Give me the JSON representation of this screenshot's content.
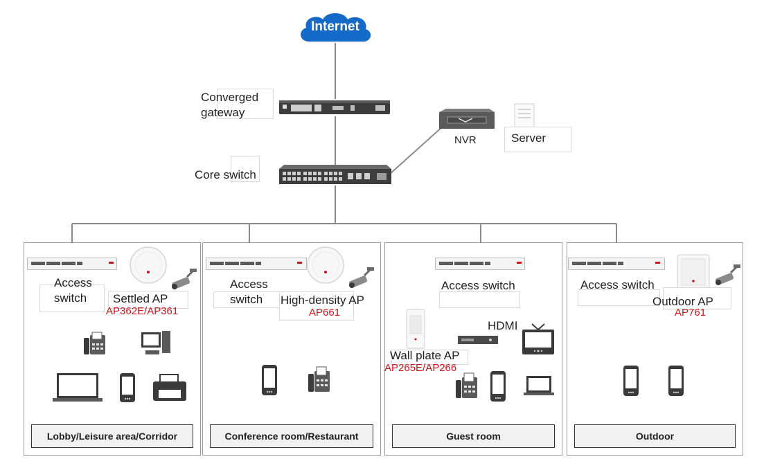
{
  "internet": {
    "label": "Internet",
    "color": "#1569c7"
  },
  "core": {
    "gateway_label_1": "Converged",
    "gateway_label_2": "gateway",
    "core_switch_label": "Core switch",
    "nvr_label": "NVR",
    "server_label": "Server"
  },
  "zones": [
    {
      "footer": "Lobby/Leisure area/Corridor",
      "switch_label_1": "Access",
      "switch_label_2": "switch",
      "ap_label": "Settled AP",
      "ap_models": "AP362E/AP361"
    },
    {
      "footer": "Conference room/Restaurant",
      "switch_label_1": "Access",
      "switch_label_2": "switch",
      "ap_label": "High-density AP",
      "ap_models": "AP661"
    },
    {
      "footer": "Guest room",
      "switch_label": "Access switch",
      "ap_label": "Wall plate AP",
      "ap_models": "AP265E/AP266",
      "hdmi_label": "HDMI"
    },
    {
      "footer": "Outdoor",
      "switch_label": "Access switch",
      "ap_label": "Outdoor AP",
      "ap_models": "AP761"
    }
  ],
  "colors": {
    "accent_red": "#d0141a",
    "hdmi_blue": "#1f3c9a",
    "line_gray": "#8a8a8a"
  }
}
